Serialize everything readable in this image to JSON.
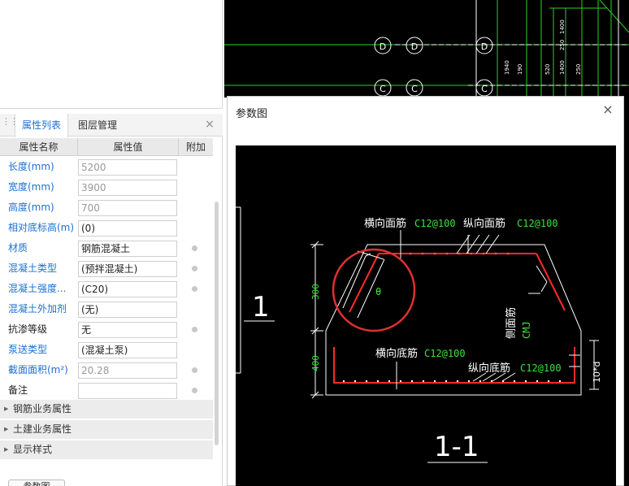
{
  "panel": {
    "tabs": [
      "属性列表",
      "图层管理"
    ],
    "close_glyph": "×",
    "headers": {
      "name": "属性名称",
      "value": "属性值",
      "extra": "附加"
    },
    "rows": [
      {
        "name": "长度(mm)",
        "value": "5200",
        "dot": false
      },
      {
        "name": "宽度(mm)",
        "value": "3900",
        "dot": false
      },
      {
        "name": "高度(mm)",
        "value": "700",
        "dot": false
      },
      {
        "name": "相对底标高(m)",
        "value": "(0)",
        "dot": false
      },
      {
        "name": "材质",
        "value": "钢筋混凝土",
        "dot": true
      },
      {
        "name": "混凝土类型",
        "value": "(预拌混凝土)",
        "dot": true
      },
      {
        "name": "混凝土强度...",
        "value": "(C20)",
        "dot": true
      },
      {
        "name": "混凝土外加剂",
        "value": "(无)",
        "dot": false
      },
      {
        "name": "抗渗等级",
        "value": "无",
        "dot": true
      },
      {
        "name": "泵送类型",
        "value": "(混凝土泵)",
        "dot": false
      },
      {
        "name": "截面面积(m²)",
        "value": "20.28",
        "dot": true
      },
      {
        "name": "备注",
        "value": "",
        "dot": true
      }
    ],
    "groups": [
      "钢筋业务属性",
      "土建业务属性",
      "显示样式"
    ],
    "bottom_button": "参数图"
  },
  "dialog": {
    "title": "参数图",
    "close_glyph": "×"
  },
  "drawing": {
    "labels": {
      "top_transverse": "横向面筋",
      "top_transverse_spec": "C12@100",
      "top_longitudinal": "纵向面筋",
      "top_longitudinal_spec": "C12@100",
      "side": "侧面筋",
      "side_spec": "CMJ",
      "bottom_transverse": "横向底筋",
      "bottom_transverse_spec": "C12@100",
      "bottom_longitudinal": "纵向底筋",
      "bottom_longitudinal_spec": "C12@100",
      "dim_300": "300",
      "dim_400": "400",
      "dim_right": "10*d",
      "angle_mark": "θ",
      "left_number": "1",
      "section_label": "1-1"
    }
  },
  "cad": {
    "grid_bubbles": [
      "D",
      "D",
      "D",
      "C",
      "C",
      "C"
    ],
    "dims": [
      "1940",
      "190",
      "1400",
      "520",
      "1400",
      "250",
      "250"
    ]
  },
  "colors": {
    "accent_blue": "#1c6fd1",
    "cad_green": "#3fe03f",
    "rebar_red": "#ff2a2a",
    "highlight_circle": "#e03030"
  }
}
